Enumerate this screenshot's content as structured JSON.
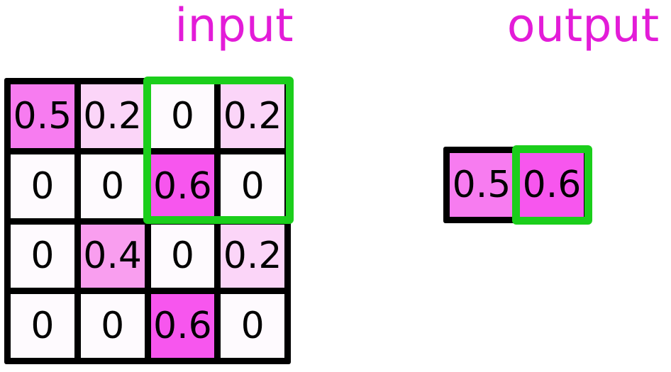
{
  "titles": {
    "input": "input",
    "output": "output"
  },
  "colors": {
    "background": "#ffffff",
    "title_text": "#e31cd8",
    "grid_border": "#000000",
    "cell_text": "#000000",
    "highlight_border": "#1bce1b",
    "value_fill": {
      "0": "#fefafe",
      "0.2": "#fbd5f8",
      "0.4": "#f99eef",
      "0.5": "#f77cf0",
      "0.6": "#f756ee"
    }
  },
  "input_grid": {
    "rows": [
      [
        "0.5",
        "0.2",
        "0",
        "0.2"
      ],
      [
        "0",
        "0",
        "0.6",
        "0"
      ],
      [
        "0",
        "0.4",
        "0",
        "0.2"
      ],
      [
        "0",
        "0",
        "0.6",
        "0"
      ]
    ],
    "highlight_window": {
      "row_start": 1,
      "row_end": 2,
      "col_start": 3,
      "col_end": 4
    }
  },
  "output_grid": {
    "cells": [
      "0.5",
      "0.6"
    ],
    "highlighted_cell_index": 1
  }
}
